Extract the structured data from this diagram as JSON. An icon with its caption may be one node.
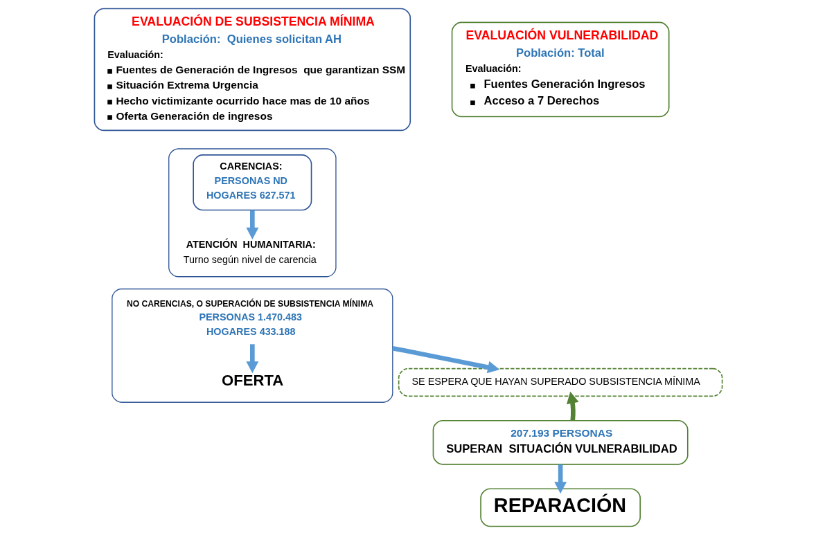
{
  "diagram": {
    "nodes": [
      {
        "text": [
          "EVALUACIÓN DE SUBSISTENCIA MÍNIMA",
          "Población:  Quienes solicitan AH",
          "Evaluación:",
          "Fuentes de Generación de Ingresos  que garantizan SSM",
          "Situación Extrema Urgencia",
          "Hecho victimizante ocurrido hace mas de 10 años",
          "Oferta Generación de ingresos"
        ]
      },
      {
        "text": [
          "EVALUACIÓN VULNERABILIDAD",
          "Población: Total",
          "Evaluación:",
          "Fuentes Generación Ingresos",
          "Acceso a 7 Derechos"
        ]
      },
      {
        "text": [],
        "shape": "box"
      },
      {
        "text": [
          "CARENCIAS:",
          "PERSONAS ND",
          "HOGARES 627.571"
        ],
        "in": 2
      },
      {
        "text": [
          "ATENCIÓN  HUMANITARIA:",
          "Turno según nivel de carencia"
        ],
        "in": 2
      },
      {
        "text": [],
        "shape": "box"
      },
      {
        "text": [
          "NO CARENCIAS, O SUPERACIÓN DE SUBSISTENCIA MÍNIMA",
          "PERSONAS 1.470.483",
          "HOGARES 433.188"
        ],
        "in": 5
      },
      {
        "text": [
          "OFERTA"
        ],
        "in": 5
      },
      {
        "text": [
          "SE ESPERA QUE HAYAN SUPERADO SUBSISTENCIA MÍNIMA"
        ]
      },
      {
        "text": [
          "207.193 PERSONAS",
          "SUPERAN  SITUACIÓN VULNERABILIDAD"
        ]
      },
      {
        "text": [
          "REPARACIÓN"
        ]
      }
    ],
    "edges": [
      {
        "from": 3,
        "to": 4,
        "arrow": "to"
      },
      {
        "from": 6,
        "to": 7,
        "arrow": "to"
      },
      {
        "from": 5,
        "to": 8,
        "arrow": "to"
      },
      {
        "from": 9,
        "to": 8,
        "arrow": "to",
        "color": "#548235"
      },
      {
        "from": 9,
        "to": 10,
        "arrow": "to"
      }
    ]
  }
}
